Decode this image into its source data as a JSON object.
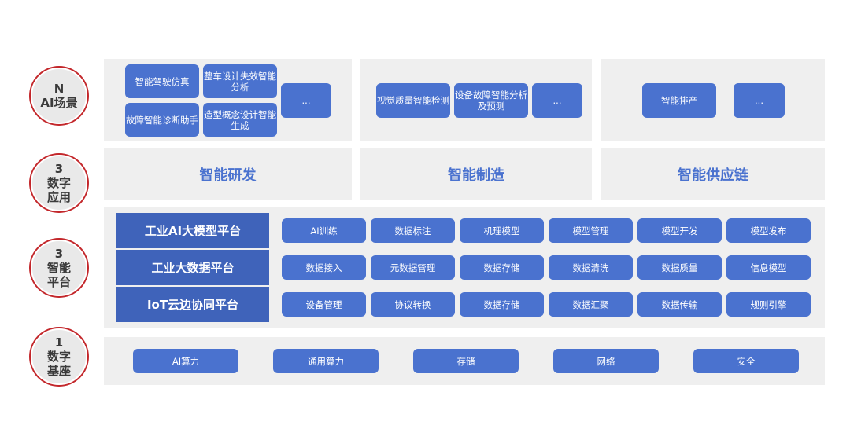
{
  "layers": [
    {
      "line1": "N",
      "line2": "AI场景",
      "line3": ""
    },
    {
      "line1": "3",
      "line2": "数字",
      "line3": "应用"
    },
    {
      "line1": "3",
      "line2": "智能",
      "line3": "平台"
    },
    {
      "line1": "1",
      "line2": "数字",
      "line3": "基座"
    }
  ],
  "scenarios": {
    "rd": [
      "智能驾驶仿真",
      "整车设计失效智能分析",
      "故障智能诊断助手",
      "造型概念设计智能生成",
      "..."
    ],
    "manufacturing": [
      "视觉质量智能检测",
      "设备故障智能分析及预测",
      "..."
    ],
    "supply_chain": [
      "智能排产",
      "..."
    ]
  },
  "applications": [
    "智能研发",
    "智能制造",
    "智能供应链"
  ],
  "platforms": [
    {
      "name": "工业AI大模型平台",
      "items": [
        "AI训练",
        "数据标注",
        "机理模型",
        "模型管理",
        "模型开发",
        "模型发布"
      ]
    },
    {
      "name": "工业大数据平台",
      "items": [
        "数据接入",
        "元数据管理",
        "数据存储",
        "数据清洗",
        "数据质量",
        "信息模型"
      ]
    },
    {
      "name": "IoT云边协同平台",
      "items": [
        "设备管理",
        "协议转换",
        "数据存储",
        "数据汇聚",
        "数据传输",
        "规则引擎"
      ]
    }
  ],
  "foundation": [
    "AI算力",
    "通用算力",
    "存储",
    "网络",
    "安全"
  ],
  "colors": {
    "primary": "#4a72cf",
    "platform": "#3f63ba",
    "panel": "#efefef",
    "ring": "#c3272b"
  }
}
